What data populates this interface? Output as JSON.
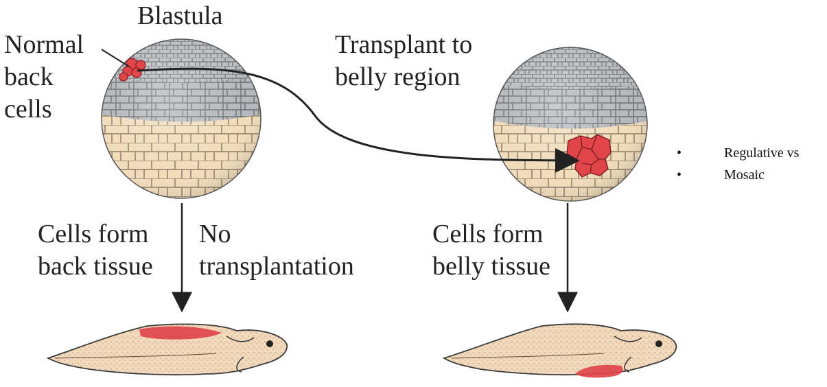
{
  "labels": {
    "blastula": "Blastula",
    "normal_back_cells": [
      "Normal",
      "back",
      "cells"
    ],
    "transplant": [
      "Transplant to",
      "belly region"
    ],
    "cells_form_back": [
      "Cells form",
      "back tissue"
    ],
    "no_transplantation": [
      "No",
      "transplantation"
    ],
    "cells_form_belly": [
      "Cells form",
      "belly tissue"
    ]
  },
  "bullets": [
    {
      "marker": "•",
      "text": "Regulative vs"
    },
    {
      "marker": "•",
      "text": "Mosaic"
    }
  ],
  "colors": {
    "animal_cap": "#b4b7bb",
    "vegetal_half": "#f1dcba",
    "cell_outline": "#6c6c6c",
    "transplant_cells": "#e0454a",
    "tadpole_body": "#f3d9bb",
    "arrow": "#222222"
  }
}
